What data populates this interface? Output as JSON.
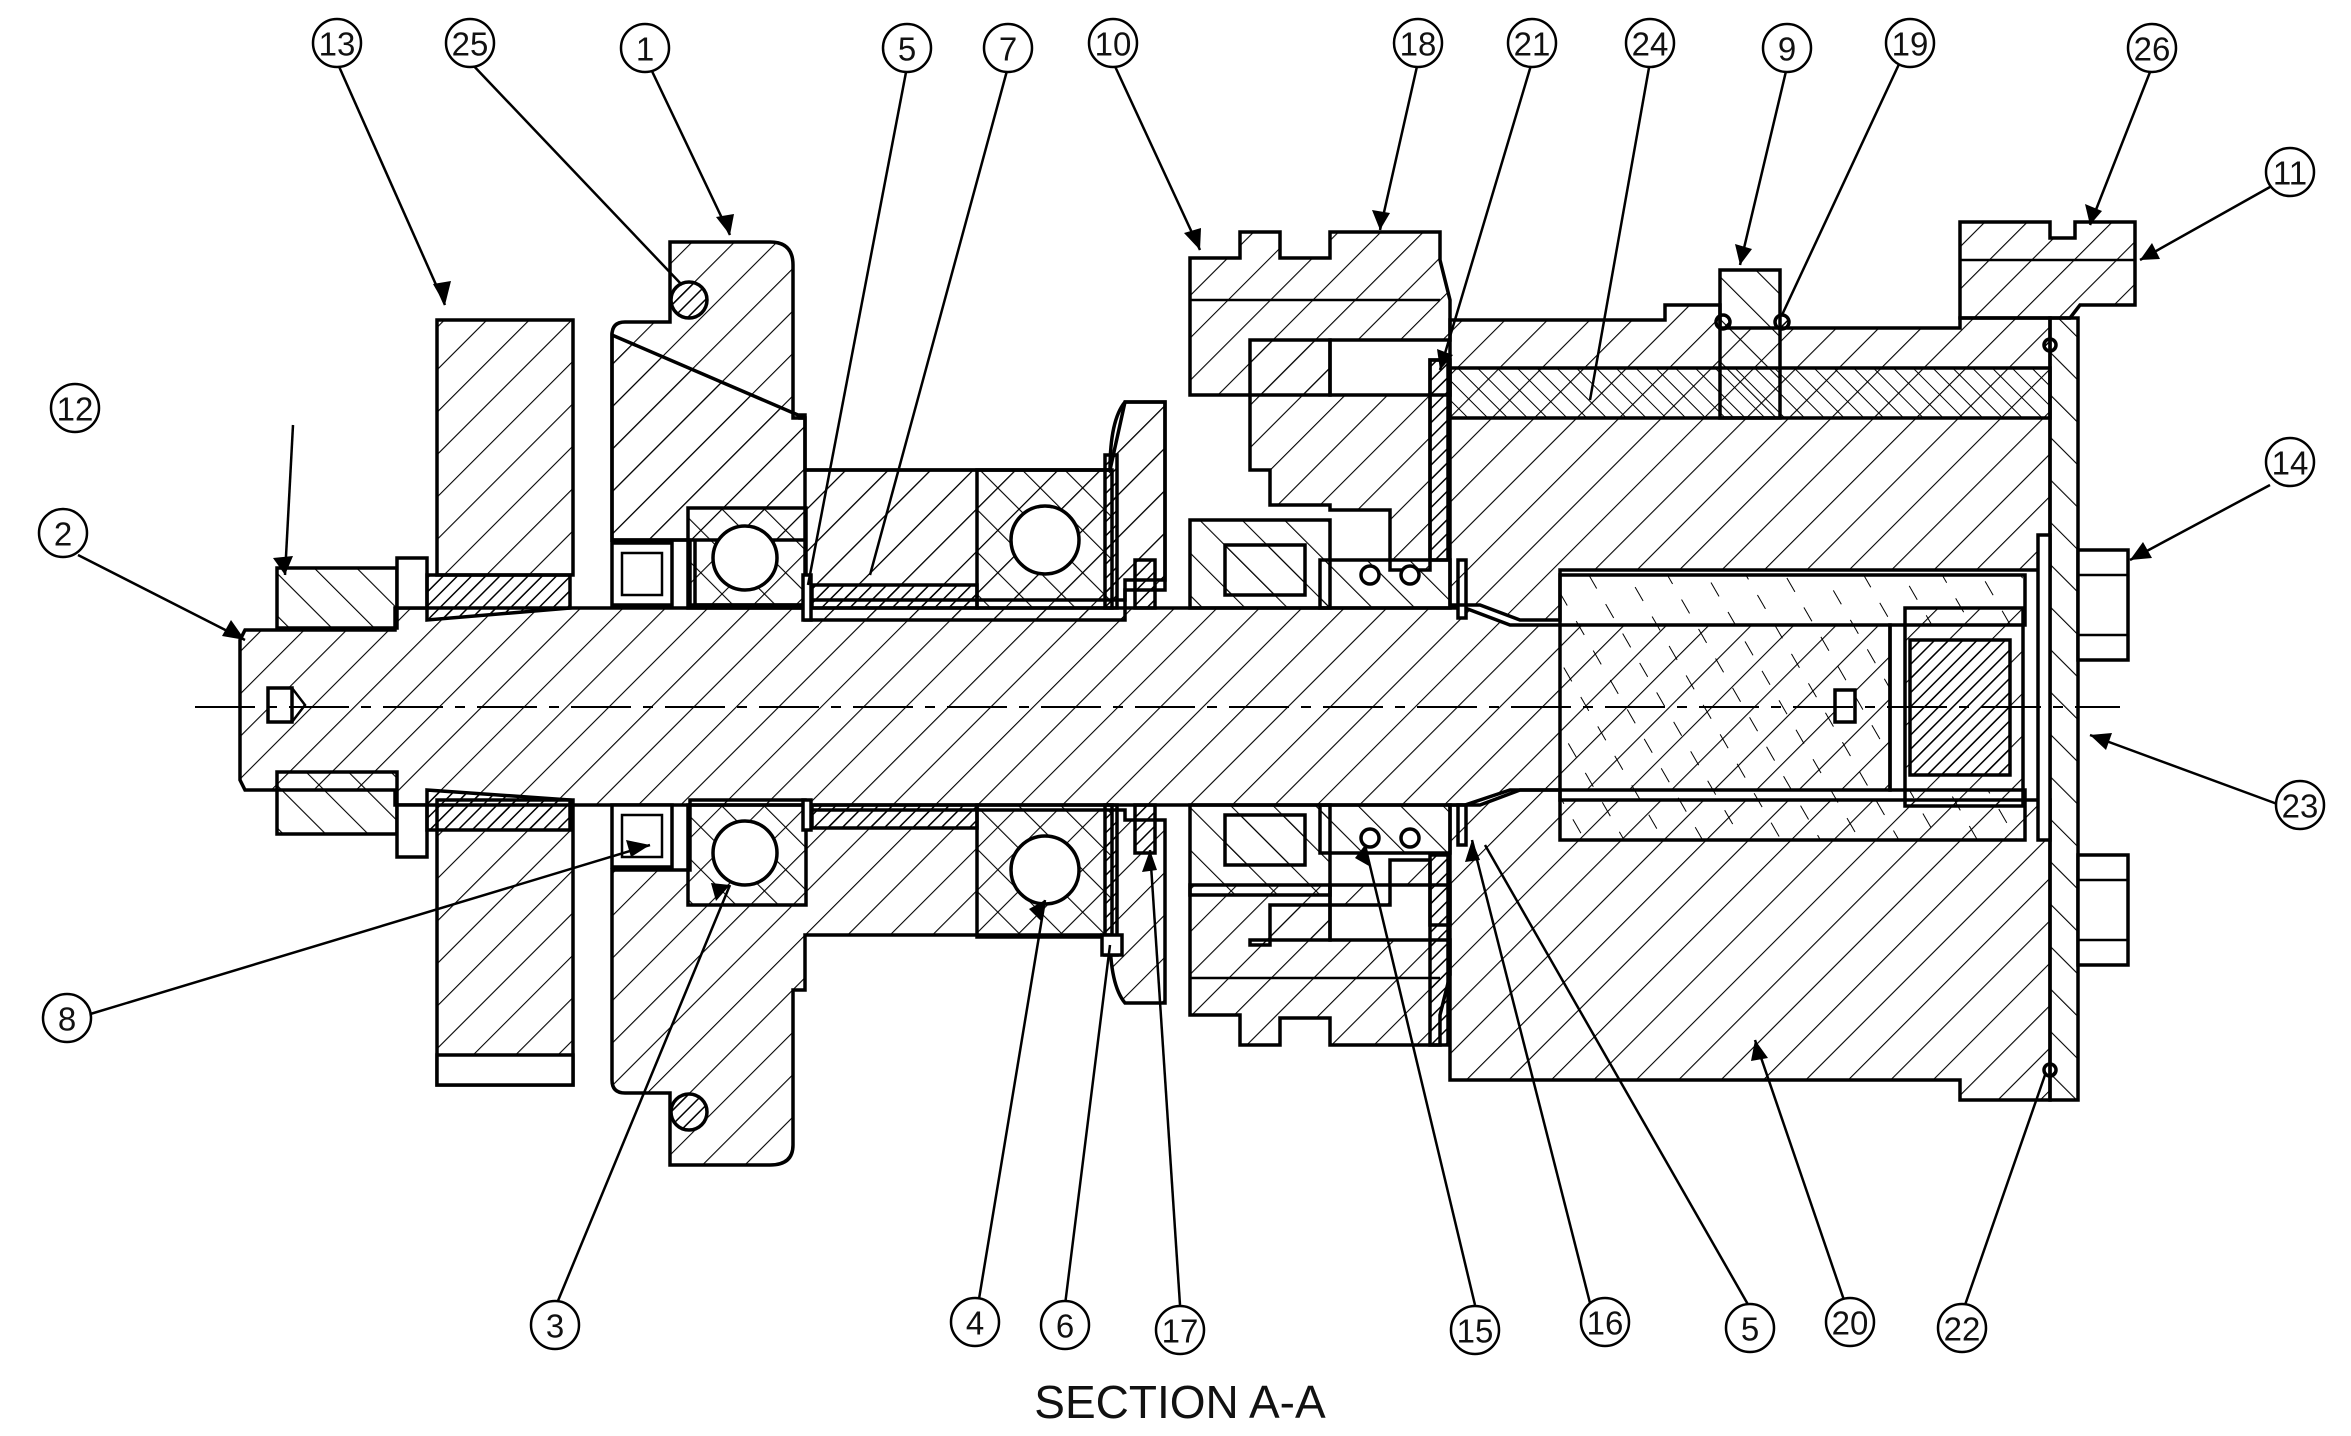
{
  "title": "SECTION A-A",
  "callouts": [
    {
      "id": "c13a",
      "label": "13"
    },
    {
      "id": "c25a",
      "label": "25"
    },
    {
      "id": "c1a",
      "label": "1"
    },
    {
      "id": "c5a",
      "label": "5"
    },
    {
      "id": "c7a",
      "label": "7"
    },
    {
      "id": "c10a",
      "label": "10"
    },
    {
      "id": "c18a",
      "label": "18"
    },
    {
      "id": "c21a",
      "label": "21"
    },
    {
      "id": "c24a",
      "label": "24"
    },
    {
      "id": "c9a",
      "label": "9"
    },
    {
      "id": "c19a",
      "label": "19"
    },
    {
      "id": "c26a",
      "label": "26"
    },
    {
      "id": "c11a",
      "label": "11"
    },
    {
      "id": "c12a",
      "label": "12"
    },
    {
      "id": "c2a",
      "label": "2"
    },
    {
      "id": "c14a",
      "label": "14"
    },
    {
      "id": "c23a",
      "label": "23"
    },
    {
      "id": "c8a",
      "label": "8"
    },
    {
      "id": "c3a",
      "label": "3"
    },
    {
      "id": "c4a",
      "label": "4"
    },
    {
      "id": "c6a",
      "label": "6"
    },
    {
      "id": "c17a",
      "label": "17"
    },
    {
      "id": "c15a",
      "label": "15"
    },
    {
      "id": "c16a",
      "label": "16"
    },
    {
      "id": "c5b",
      "label": "5"
    },
    {
      "id": "c20a",
      "label": "20"
    },
    {
      "id": "c22a",
      "label": "22"
    }
  ]
}
